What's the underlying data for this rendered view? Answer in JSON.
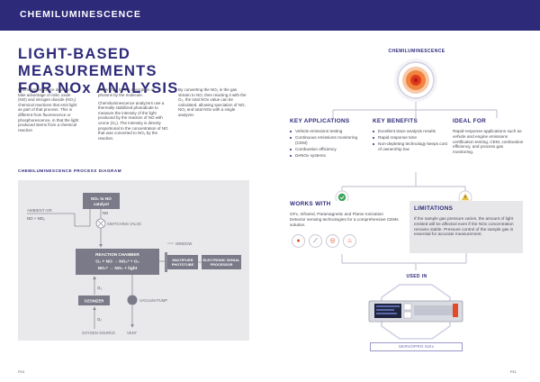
{
  "header": {
    "title": "CHEMILUMINESCENCE"
  },
  "headline": {
    "line1": "LIGHT-BASED MEASUREMENTS",
    "line2": "FOR NOx ANALYSIS"
  },
  "body_text": {
    "col1": "Chemiluminescence detectors take advantage of nitric oxide (NO) and nitrogen dioxide (NO₂) chemical reactions that emit light as part of that process. This is different from fluorescence or phosphorescence, in that the light produced stems from a chemical reaction",
    "col2a": "rather than by the absorption of photons by the molecule.",
    "col2b": "Chemiluminescence analyzers use a thermally stabilized photodiode to measure the intensity of the light produced by the reaction of NO with ozone (O₃). The intensity is directly proportional to the concentration of NO that was converted to NO₂ by the reaction.",
    "col3": "By converting the NO₂ in the gas stream to NO, then reacting it with the O₃, the total NOx value can be calculated, allowing speciation of NO, NO₂ and total NOx with a single analyzer."
  },
  "diagram": {
    "title": "CHEMILUMINESCENCE PROCESS DIAGRAM",
    "ambient_air": "AMBIENT AIR",
    "inlet": "NO + NO₂",
    "catalyst_line1": "NO₂ to NO",
    "catalyst_line2": "catalyst",
    "no_label": "NO",
    "switching_valve": "SWITCHING VALVE",
    "reaction_title": "REACTION CHAMBER",
    "reaction_eq1": "O₃ + NO → NO₂* + O₂",
    "reaction_eq2": "NO₂* → NO₂ + light",
    "window": "WINDOW",
    "photo_line1": "MULTIPLIER",
    "photo_line2": "PHOTOTUBE",
    "signal_line1": "ELECTRONIC SIGNAL",
    "signal_line2": "PROCESSOR",
    "o3_label": "O₃",
    "ozonizer": "OZONIZER",
    "o2_label": "O₂",
    "oxygen_source": "OXYGEN SOURCE",
    "vacuum_pump": "VACUUM PUMP",
    "vent": "VENT"
  },
  "page_numbers": {
    "left": "P10",
    "right": "P11"
  },
  "right": {
    "chemi_label": "CHEMILUMINESCENCE",
    "key_applications": {
      "title": "KEY APPLICATIONS",
      "items": [
        "Vehicle emissions testing",
        "Continuous emissions monitoring (CEM)",
        "Combustion efficiency",
        "DeNOx systems"
      ]
    },
    "key_benefits": {
      "title": "KEY BENEFITS",
      "items": [
        "Excellent trace analysis results",
        "Rapid response time",
        "Non-depleting technology keeps cost of ownership low"
      ]
    },
    "ideal_for": {
      "title": "IDEAL FOR",
      "text": "Rapid-response applications such as vehicle and engine emissions certification testing, CEM, combustion efficiency, and process gas monitoring."
    },
    "works_with": {
      "title": "WORKS WITH",
      "text": "GFx, Infrared, Paramagnetic and Flame Ionization Detector sensing technologies for a comprehensive CEMs solution.",
      "icons": [
        "gfx-icon",
        "infrared-icon",
        "paramagnetic-icon",
        "flame-icon"
      ]
    },
    "limitations": {
      "title": "LIMITATIONS",
      "text": "If the sample gas pressure varies, the amount of light emitted will be affected even if the NOx concentration remains stable. Pressure control of the sample gas is essential for accurate measurement."
    },
    "used_in": "USED IN",
    "product": "SERVOPRO NOx"
  },
  "colors": {
    "brand": "#2e2a7a",
    "accent_green": "#3aa55a",
    "warning_yellow": "#e9c33c",
    "limitations_bg": "#e7e7ea"
  }
}
